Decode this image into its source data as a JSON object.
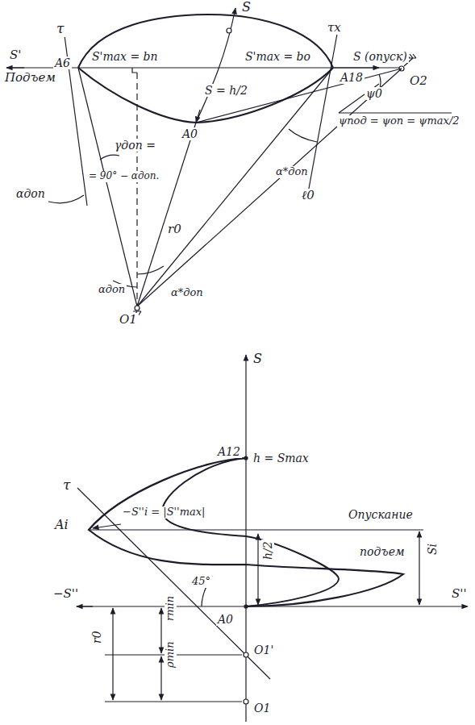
{
  "diagram": {
    "labels": [
      "S",
      "τ",
      "S'",
      "Подъем",
      "A6",
      "S'max = bп",
      "S'max = bо",
      "τx",
      "A18",
      "S (опуск)",
      "O2",
      "γдоп =",
      "S = h/2",
      "αдоп",
      "= 90° − αдоп.",
      "A0",
      "ψ0",
      "ψпод = ψоп = ψmax/2",
      "α*доп",
      "ℓ0",
      "r0",
      "αдоп",
      "α*доп",
      "O1",
      "S",
      "τ",
      "A12",
      "h = Smax",
      "−S''i = |S''max|",
      "Ai",
      "Опускание",
      "подъем",
      "45°",
      "h/2",
      "Si",
      "S''",
      "−S''",
      "A0",
      "rmin",
      "r0",
      "O1'",
      "ρmin",
      "O1"
    ]
  }
}
